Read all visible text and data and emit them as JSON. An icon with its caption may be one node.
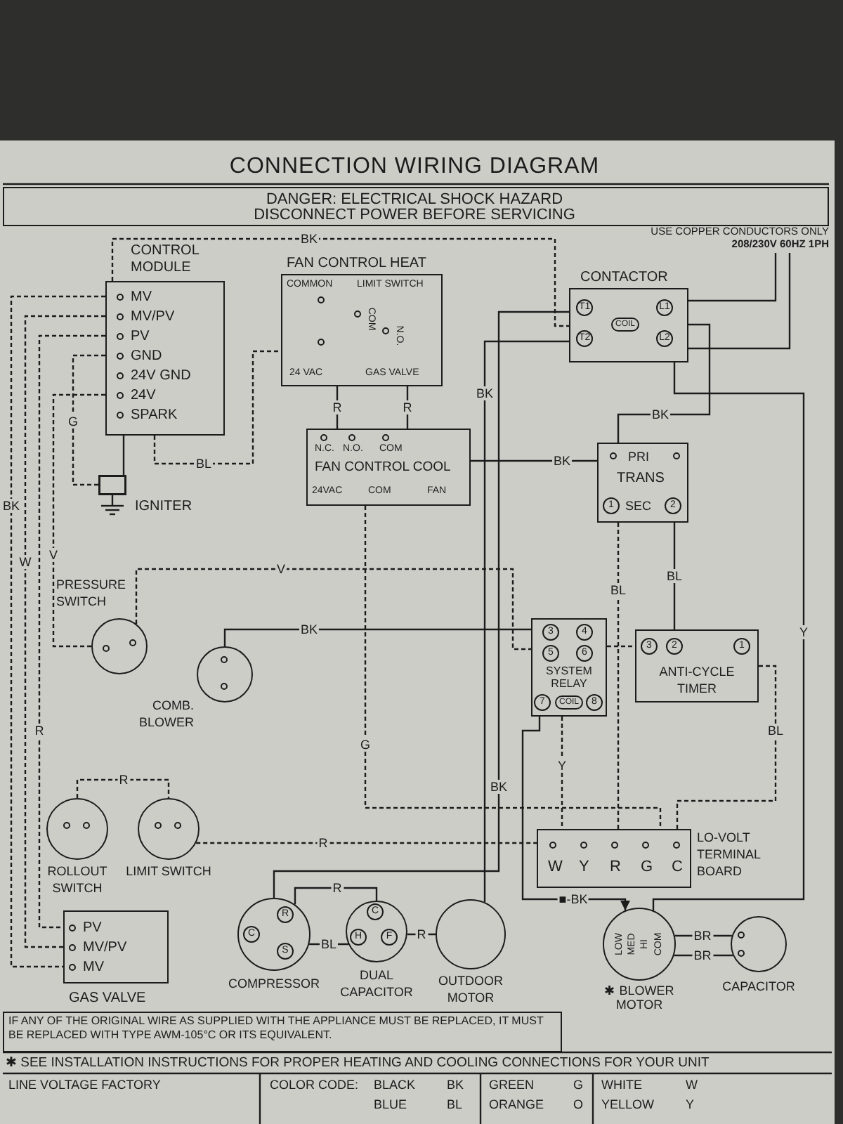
{
  "diagram": {
    "title": "CONNECTION WIRING DIAGRAM",
    "nodes": [
      {
        "text": [
          "CONTROL MODULE",
          "MV",
          "MV/PV",
          "PV",
          "GND",
          "24V GND",
          "24V",
          "SPARK"
        ]
      },
      {
        "text": [
          "FAN CONTROL HEAT",
          "COMMON",
          "LIMIT SWITCH",
          "COM",
          "N.O.",
          "24 VAC",
          "GAS VALVE"
        ]
      },
      {
        "text": [
          "N.C.",
          "N.O.",
          "COM",
          "FAN CONTROL COOL",
          "24VAC",
          "COM",
          "FAN"
        ]
      },
      {
        "text": [
          "CONTACTOR",
          "T1",
          "T2",
          "COIL",
          "L1",
          "L2"
        ]
      },
      {
        "text": [
          "PRI",
          "TRANS",
          "1",
          "SEC",
          "2"
        ]
      },
      {
        "text": [
          "IGNITER"
        ]
      },
      {
        "text": [
          "PRESSURE SWITCH"
        ]
      },
      {
        "text": [
          "COMB. BLOWER"
        ]
      },
      {
        "text": [
          "3",
          "4",
          "5",
          "6",
          "SYSTEM RELAY",
          "7",
          "COIL",
          "8"
        ]
      },
      {
        "text": [
          "3",
          "2",
          "1",
          "ANTI-CYCLE TIMER"
        ]
      },
      {
        "text": [
          "ROLLOUT SWITCH"
        ]
      },
      {
        "text": [
          "LIMIT SWITCH"
        ]
      },
      {
        "text": [
          "W",
          "Y",
          "R",
          "G",
          "C",
          "LO-VOLT TERMINAL BOARD"
        ]
      },
      {
        "text": [
          "PV",
          "MV/PV",
          "MV",
          "GAS VALVE"
        ]
      },
      {
        "text": [
          "C",
          "R",
          "S",
          "COMPRESSOR"
        ]
      },
      {
        "text": [
          "C",
          "H",
          "F",
          "DUAL CAPACITOR"
        ]
      },
      {
        "text": [
          "OUTDOOR MOTOR"
        ]
      },
      {
        "text": [
          "LOW",
          "MED",
          "HI",
          "COM",
          "✱ BLOWER MOTOR"
        ]
      },
      {
        "text": [
          "CAPACITOR"
        ]
      },
      {
        "text": [
          "208/230V 60HZ 1PH"
        ]
      }
    ],
    "edges": [
      {
        "from": 0,
        "to": 13,
        "arrow": "none",
        "label": "BK",
        "style": "dashed"
      },
      {
        "from": 0,
        "to": 13,
        "arrow": "none",
        "label": "W",
        "style": "dashed"
      },
      {
        "from": 0,
        "to": 13,
        "arrow": "none",
        "label": "R",
        "style": "dashed"
      },
      {
        "from": 0,
        "to": 5,
        "arrow": "none",
        "label": "G",
        "style": "dashed"
      },
      {
        "from": 0,
        "to": 5,
        "arrow": "none"
      },
      {
        "from": 0,
        "to": 6,
        "arrow": "none",
        "label": "V",
        "style": "dashed"
      },
      {
        "from": 6,
        "to": 8,
        "arrow": "none",
        "label": "V",
        "style": "dashed"
      },
      {
        "from": 7,
        "to": 8,
        "arrow": "none",
        "label": "BK"
      },
      {
        "from": 19,
        "to": 3,
        "arrow": "none"
      },
      {
        "from": 19,
        "to": 3,
        "arrow": "none"
      },
      {
        "from": 3,
        "to": 14,
        "arrow": "none",
        "label": "BK"
      },
      {
        "from": 3,
        "to": 16,
        "arrow": "none",
        "label": "BK"
      },
      {
        "from": 3,
        "to": 4,
        "arrow": "none",
        "label": "BK"
      },
      {
        "from": 3,
        "to": 17,
        "arrow": "none",
        "label": "Y"
      },
      {
        "from": 4,
        "to": 9,
        "arrow": "none",
        "label": "BL"
      },
      {
        "from": 4,
        "to": 12,
        "arrow": "none",
        "label": "BL",
        "style": "dashed"
      },
      {
        "from": 9,
        "to": 12,
        "arrow": "none",
        "label": "BL",
        "style": "dashed"
      },
      {
        "from": 8,
        "to": 12,
        "arrow": "none",
        "label": "Y",
        "style": "dashed"
      },
      {
        "from": 8,
        "to": 9,
        "arrow": "none",
        "style": "dashed"
      },
      {
        "from": 10,
        "to": 11,
        "arrow": "none",
        "label": "R",
        "style": "dashed"
      },
      {
        "from": 11,
        "to": 12,
        "arrow": "none",
        "label": "R",
        "style": "dashed"
      },
      {
        "from": 2,
        "to": 12,
        "arrow": "none",
        "label": "G",
        "style": "dashed"
      },
      {
        "from": 1,
        "to": 2,
        "arrow": "none",
        "label": "R"
      },
      {
        "from": 1,
        "to": 2,
        "arrow": "none",
        "label": "R"
      },
      {
        "from": 0,
        "to": 1,
        "arrow": "none",
        "label": "BL",
        "style": "dashed"
      },
      {
        "from": 0,
        "to": 3,
        "arrow": "none",
        "label": "BK",
        "style": "dashed"
      },
      {
        "from": 2,
        "to": 4,
        "arrow": "none",
        "label": "BK"
      },
      {
        "from": 14,
        "to": 15,
        "arrow": "none",
        "label": "R"
      },
      {
        "from": 14,
        "to": 15,
        "arrow": "none",
        "label": "BL"
      },
      {
        "from": 16,
        "to": 15,
        "arrow": "none",
        "label": "R"
      },
      {
        "from": 17,
        "to": 18,
        "arrow": "none",
        "label": "BR"
      },
      {
        "from": 17,
        "to": 18,
        "arrow": "none",
        "label": "BR"
      },
      {
        "from": 8,
        "to": 17,
        "arrow": "to",
        "label": "■-BK"
      }
    ],
    "labels": [
      "DANGER: ELECTRICAL SHOCK HAZARD",
      "DISCONNECT POWER BEFORE SERVICING",
      "USE COPPER CONDUCTORS ONLY",
      "IF ANY OF THE ORIGINAL WIRE AS SUPPLIED WITH THE APPLIANCE MUST BE REPLACED, IT MUST BE REPLACED WITH TYPE AWM-105°C OR ITS EQUIVALENT.",
      "✱ SEE INSTALLATION INSTRUCTIONS FOR PROPER HEATING AND COOLING CONNECTIONS FOR YOUR UNIT",
      "LINE VOLTAGE FACTORY",
      "COLOR CODE:",
      "BLACK",
      "BK",
      "GREEN",
      "G",
      "WHITE",
      "W",
      "BLUE",
      "BL",
      "ORANGE",
      "O",
      "YELLOW",
      "Y"
    ]
  }
}
